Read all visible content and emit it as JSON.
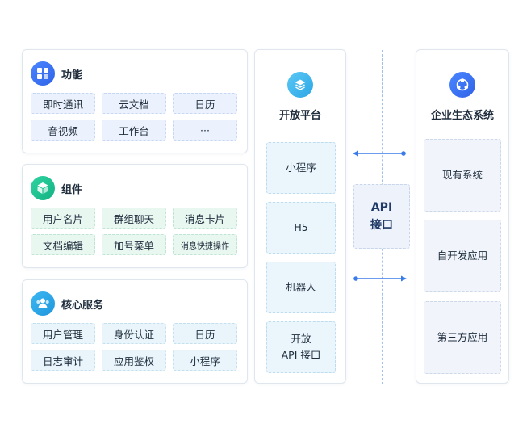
{
  "sections": [
    {
      "title": "功能",
      "icon": "grid-icon",
      "items": [
        "即时通讯",
        "云文档",
        "日历",
        "音视频",
        "工作台",
        "···"
      ]
    },
    {
      "title": "组件",
      "icon": "cube-icon",
      "items": [
        "用户名片",
        "群组聊天",
        "消息卡片",
        "文档编辑",
        "加号菜单",
        "消息快捷操作"
      ]
    },
    {
      "title": "核心服务",
      "icon": "users-icon",
      "items": [
        "用户管理",
        "身份认证",
        "日历",
        "日志审计",
        "应用鉴权",
        "小程序"
      ]
    }
  ],
  "platform": {
    "title": "开放平台",
    "icon": "layers-icon",
    "items": [
      "小程序",
      "H5",
      "机器人",
      "开放\nAPI 接口"
    ]
  },
  "api": {
    "label": "API\n接口"
  },
  "ecosystem": {
    "title": "企业生态系统",
    "icon": "hub-icon",
    "items": [
      "现有系统",
      "自开发应用",
      "第三方应用"
    ]
  },
  "colors": {
    "blue": "#3370ff",
    "green": "#16c08c",
    "teal": "#2aa6e6",
    "arrow": "#3a7bea"
  }
}
